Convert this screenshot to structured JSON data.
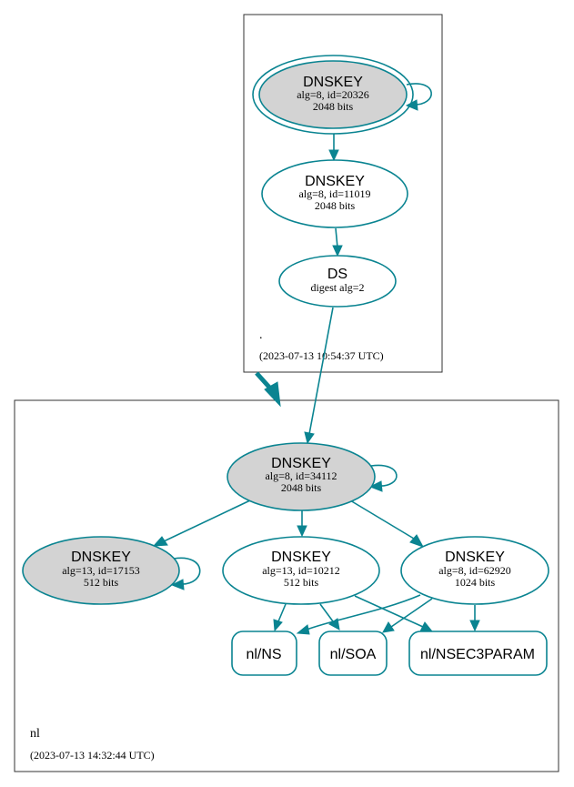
{
  "colors": {
    "edge": "#0a8491",
    "node_border": "#0a8491",
    "sep_fill": "#d3d3d3",
    "node_fill": "#ffffff",
    "zone_border": "#333333"
  },
  "zones": {
    "root": {
      "name": ".",
      "timestamp": "(2023-07-13 10:54:37 UTC)"
    },
    "nl": {
      "name": "nl",
      "timestamp": "(2023-07-13 14:32:44 UTC)"
    }
  },
  "nodes": {
    "root_ksk": {
      "type": "DNSKEY",
      "detail": "alg=8, id=20326",
      "size": "2048 bits",
      "sep": true,
      "trust_anchor": true
    },
    "root_zsk": {
      "type": "DNSKEY",
      "detail": "alg=8, id=11019",
      "size": "2048 bits",
      "sep": false
    },
    "root_ds": {
      "type": "DS",
      "detail": "digest alg=2"
    },
    "nl_ksk": {
      "type": "DNSKEY",
      "detail": "alg=8, id=34112",
      "size": "2048 bits",
      "sep": true
    },
    "nl_key_17153": {
      "type": "DNSKEY",
      "detail": "alg=13, id=17153",
      "size": "512 bits",
      "sep": true
    },
    "nl_key_10212": {
      "type": "DNSKEY",
      "detail": "alg=13, id=10212",
      "size": "512 bits",
      "sep": false
    },
    "nl_key_62920": {
      "type": "DNSKEY",
      "detail": "alg=8, id=62920",
      "size": "1024 bits",
      "sep": false
    },
    "rr_ns": {
      "label": "nl/NS"
    },
    "rr_soa": {
      "label": "nl/SOA"
    },
    "rr_nsec3param": {
      "label": "nl/NSEC3PARAM"
    }
  }
}
